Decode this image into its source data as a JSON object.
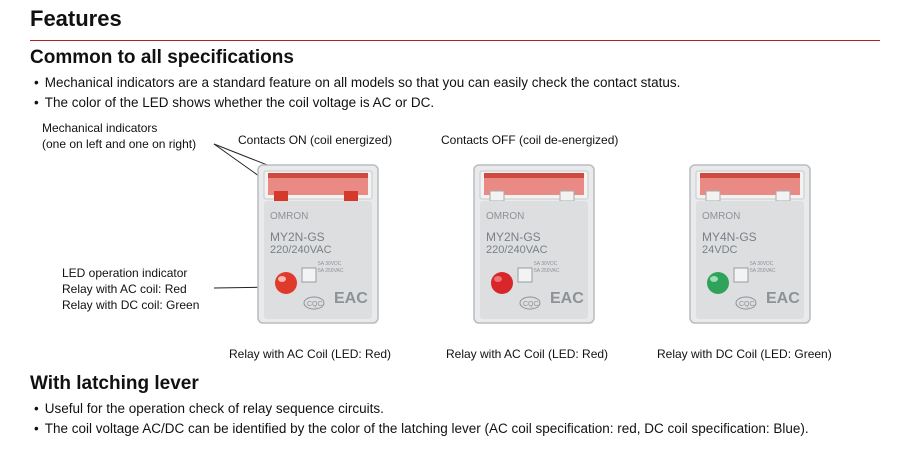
{
  "heading": "Features",
  "section1": {
    "title": "Common to all specifications",
    "bullets": [
      "Mechanical indicators are a standard feature on all models so that you can easily check the contact status.",
      "The color of the LED shows whether the coil voltage is AC or DC."
    ]
  },
  "figure": {
    "callout_mech_line1": "Mechanical indicators",
    "callout_mech_line2": "(one on left and one on right)",
    "contacts_on": "Contacts ON (coil energized)",
    "contacts_off": "Contacts OFF (coil de-energized)",
    "led_line1": "LED operation indicator",
    "led_line2": "Relay with AC coil: Red",
    "led_line3": "Relay with DC coil: Green",
    "relays": [
      {
        "brand": "OMRON",
        "model": "MY2N-GS",
        "voltage": "220/240VAC",
        "rating1": "5A 30VDC",
        "rating2": "5A 250VAC",
        "caption": "Relay with AC Coil (LED: Red)",
        "led_color": "#e03a2c"
      },
      {
        "brand": "OMRON",
        "model": "MY2N-GS",
        "voltage": "220/240VAC",
        "rating1": "5A 30VDC",
        "rating2": "5A 250VAC",
        "caption": "Relay with AC Coil (LED: Red)",
        "led_color": "#d8262a"
      },
      {
        "brand": "OMRON",
        "model": "MY4N-GS",
        "voltage": "24VDC",
        "rating1": "5A 30VDC",
        "rating2": "5A 250VAC",
        "caption": "Relay with DC Coil (LED: Green)",
        "led_color": "#2fa35a"
      }
    ],
    "cert_mark": "CQC",
    "eac_mark": "EAC",
    "colors": {
      "indicator_red": "#d33a2c",
      "accent_rule": "#b51f24"
    }
  },
  "section2": {
    "title": "With latching lever",
    "bullets": [
      "Useful for the operation check of relay sequence circuits.",
      "The coil voltage AC/DC can be identified by the color of the latching lever (AC coil specification: red, DC coil specification: Blue)."
    ]
  }
}
